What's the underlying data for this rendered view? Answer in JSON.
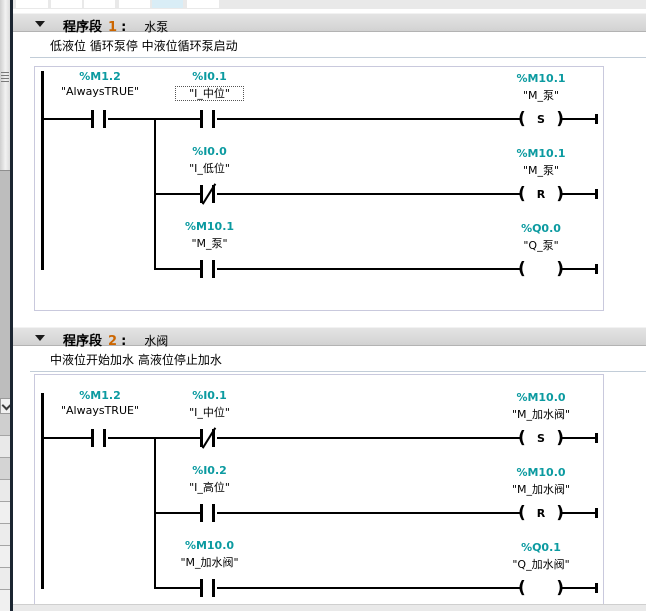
{
  "colors": {
    "address_teal": "#0b9aa0",
    "network_number_orange": "#cc6600",
    "toolbar_selected_cell": "#d9edf6",
    "divider_dark": "#1b2531"
  },
  "networks": [
    {
      "label_prefix": "程序段",
      "number": "1",
      "colon": ":",
      "title": "水泵",
      "comment": "低液位 循环泵停  中液位循环泵启动",
      "rungs": [
        {
          "contacts": [
            {
              "address": "%M1.2",
              "name": "\"AlwaysTRUE\"",
              "type": "no",
              "col": 0
            },
            {
              "address": "%I0.1",
              "name": "\"I_中位\"",
              "type": "no",
              "col": 1,
              "selected": true
            }
          ],
          "coil": {
            "address": "%M10.1",
            "name": "\"M_泵\"",
            "symbol": "S"
          }
        },
        {
          "contacts": [
            {
              "address": "%I0.0",
              "name": "\"I_低位\"",
              "type": "nc",
              "col": 1
            }
          ],
          "coil": {
            "address": "%M10.1",
            "name": "\"M_泵\"",
            "symbol": "R"
          }
        },
        {
          "contacts": [
            {
              "address": "%M10.1",
              "name": "\"M_泵\"",
              "type": "no",
              "col": 1
            }
          ],
          "coil": {
            "address": "%Q0.0",
            "name": "\"Q_泵\"",
            "symbol": ""
          }
        }
      ]
    },
    {
      "label_prefix": "程序段",
      "number": "2",
      "colon": ":",
      "title": "水阀",
      "comment": "中液位开始加水 高液位停止加水",
      "rungs": [
        {
          "contacts": [
            {
              "address": "%M1.2",
              "name": "\"AlwaysTRUE\"",
              "type": "no",
              "col": 0
            },
            {
              "address": "%I0.1",
              "name": "\"I_中位\"",
              "type": "nc",
              "col": 1
            }
          ],
          "coil": {
            "address": "%M10.0",
            "name": "\"M_加水阀\"",
            "symbol": "S"
          }
        },
        {
          "contacts": [
            {
              "address": "%I0.2",
              "name": "\"I_高位\"",
              "type": "no",
              "col": 1
            }
          ],
          "coil": {
            "address": "%M10.0",
            "name": "\"M_加水阀\"",
            "symbol": "R"
          }
        },
        {
          "contacts": [
            {
              "address": "%M10.0",
              "name": "\"M_加水阀\"",
              "type": "no",
              "col": 1
            }
          ],
          "coil": {
            "address": "%Q0.1",
            "name": "\"Q_加水阀\"",
            "symbol": ""
          }
        }
      ]
    }
  ]
}
